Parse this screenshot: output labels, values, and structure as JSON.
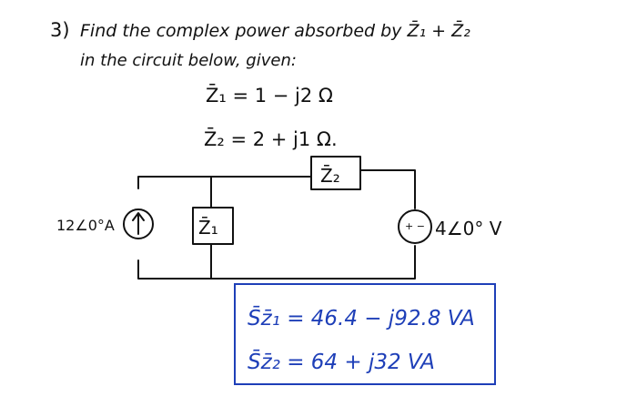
{
  "problem": {
    "number": "3)",
    "line1": "Find the complex power absorbed by Z̄₁ + Z̄₂",
    "line2": "in the circuit below, given:",
    "given_z1": "Z̄₁ = 1 − j2 Ω",
    "given_z2": "Z̄₂ = 2 + j1 Ω."
  },
  "circuit": {
    "z1_label": "Z̄₁",
    "z2_label": "Z̄₂",
    "current_source_label": "12∠0°A",
    "voltage_source_label": "4∠0° V",
    "voltage_source_sign": "+ −"
  },
  "answer": {
    "s_z1": "S̄z̄₁ = 46.4 − j92.8 VA",
    "s_z2": "S̄z̄₂ = 64 + j32 VA"
  },
  "colors": {
    "ink": "#111111",
    "answer_ink": "#1e3fb8"
  }
}
